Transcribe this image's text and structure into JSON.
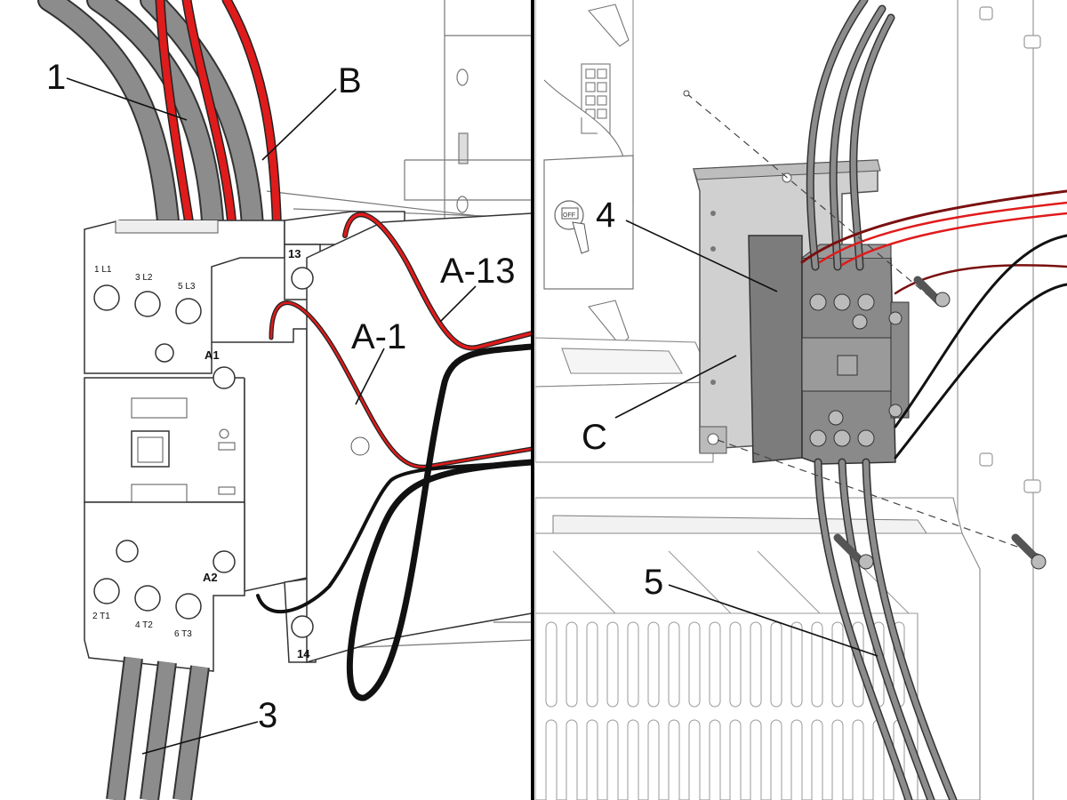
{
  "left": {
    "callouts": {
      "c1": "1",
      "cB": "B",
      "cA13": "A-13",
      "cA1": "A-1",
      "c3": "3"
    },
    "terminals": {
      "l1": "1  L1",
      "l2": "3  L2",
      "l3": "5  L3",
      "t1": "2  T1",
      "t2": "4  T2",
      "t3": "6  T3",
      "a1": "A1",
      "a2": "A2",
      "aux13": "13",
      "aux14": "14"
    }
  },
  "right": {
    "callouts": {
      "c4": "4",
      "cC": "C",
      "c5": "5"
    },
    "switch_label": "OFF"
  },
  "colors": {
    "cable_gray": "#8c8c8c",
    "wire_red": "#e01b1b",
    "wire_black": "#111111",
    "bracket_gray": "#c8c8c8",
    "contactor_gray": "#8a8a8a"
  }
}
